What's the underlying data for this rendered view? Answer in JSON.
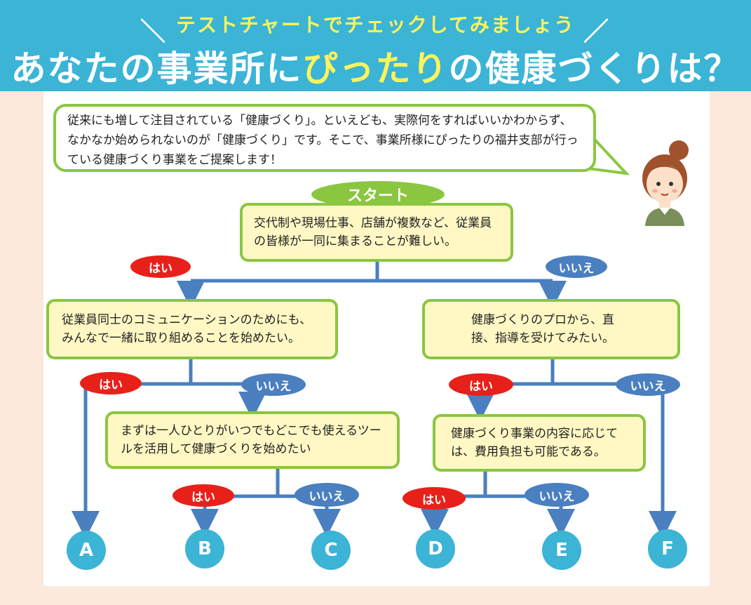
{
  "header": {
    "subtitle": "テストチャートでチェックしてみましょう",
    "title_part1": "あなたの事業所に",
    "title_highlight": "ぴったり",
    "title_part2": "の健康づくりは？"
  },
  "intro": {
    "text": "従来にも増して注目されている「健康づくり」。といえども、実際何をすればいいかわからず、なかなか始められないのが「健康づくり」です。そこで、事業所様にぴったりの福井支部が行っている健康づくり事業をご提案します！"
  },
  "flow": {
    "start_label": "スタート",
    "yes_label": "はい",
    "no_label": "いいえ",
    "q1": "交代制や現場仕事、店舗が複数など、従業員の皆様が一同に集まることが難しい。",
    "q2": "従業員同士のコミュニケーションのためにも、みんなで一緒に取り組めることを始めたい。",
    "q3": "健康づくりのプロから、直接、指導を受けてみたい。",
    "q4": "まずは一人ひとりがいつでもどこでも使えるツールを活用して健康づくりを始めたい",
    "q5": "健康づくり事業の内容に応じては、費用負担も可能である。",
    "results": [
      "A",
      "B",
      "C",
      "D",
      "E",
      "F"
    ]
  },
  "colors": {
    "header_bg": "#3bb4d6",
    "box_border": "#8ac640",
    "box_bg": "#fff8c4",
    "yes": "#e8201a",
    "no": "#4a7fc0",
    "result": "#3bb4d6",
    "line": "#4a7fc0"
  },
  "icons": {
    "character": "woman-avatar-icon"
  }
}
